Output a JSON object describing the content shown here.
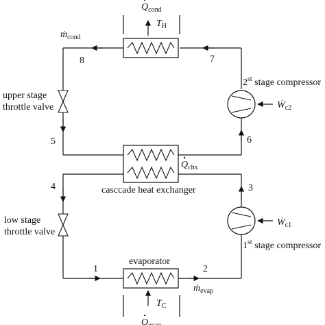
{
  "labels": {
    "q_cond": "Q",
    "q_cond_sub": "cond",
    "t_h": "T",
    "t_h_sub": "H",
    "m_cond": "ṁ",
    "m_cond_sub": "cond",
    "upper_valve_line1": "upper stage",
    "upper_valve_line2": "throttle valve",
    "compressor2_sup": "st",
    "compressor2_pre": "2",
    "compressor2_post": " stage compressor",
    "w_c2": "Ẇ",
    "w_c2_sub": "c2",
    "q_chx": "Q",
    "q_chx_sub": "chx",
    "chx_label": "casccade heat exchanger",
    "low_valve_line1": "low stage",
    "low_valve_line2": "throttle valve",
    "compressor1_pre": "1",
    "compressor1_sup": "st",
    "compressor1_post": " stage compressor",
    "w_c1": "Ẇ",
    "w_c1_sub": "c1",
    "evaporator_label": "evaporator",
    "m_evap": "ṁ",
    "m_evap_sub": "evap",
    "t_c": "T",
    "t_c_sub": "C",
    "q_evap": "Q",
    "q_evap_sub": "evap"
  },
  "state_points": [
    "1",
    "2",
    "3",
    "4",
    "5",
    "6",
    "7",
    "8"
  ],
  "colors": {
    "line": "#111111",
    "background": "#ffffff"
  }
}
